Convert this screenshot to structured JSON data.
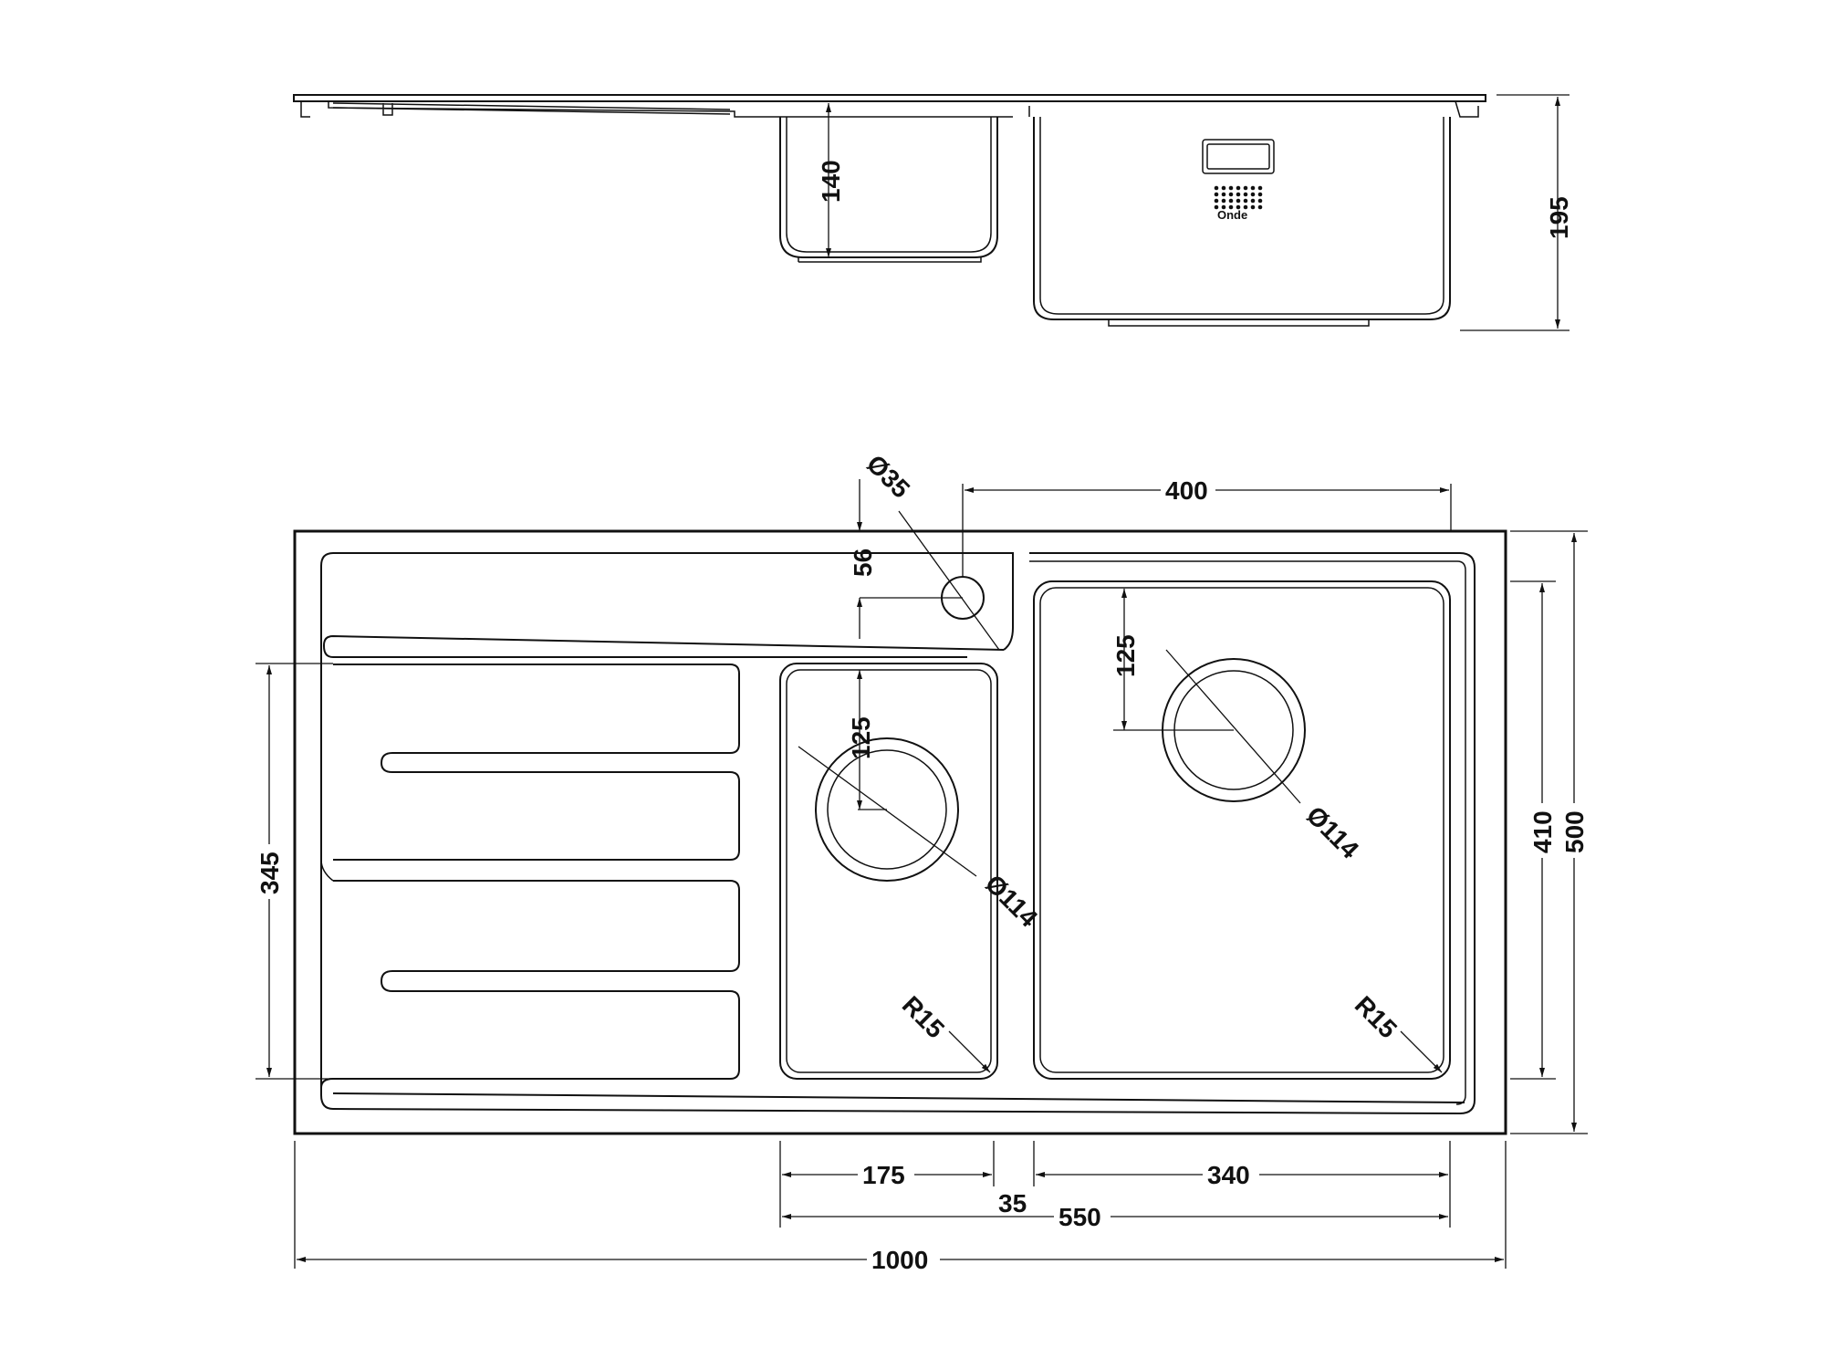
{
  "side_view": {
    "depth_small": "140",
    "depth_total": "195",
    "brand_mark": "Onde"
  },
  "top_view": {
    "waste_hole_dia": "Ø35",
    "offset_56": "56",
    "bowl_large_width": "400",
    "drain_offset_125_large": "125",
    "drain_offset_125_small": "125",
    "drain_dia_small": "Ø114",
    "drain_dia_large": "Ø114",
    "radius_small": "R15",
    "radius_large": "R15",
    "drainer_height": "345",
    "bowl_large_height": "410",
    "overall_depth": "500",
    "small_bowl_width": "175",
    "divider_width": "35",
    "large_bowl_width": "340",
    "bowls_total_width": "550",
    "overall_width": "1000"
  }
}
